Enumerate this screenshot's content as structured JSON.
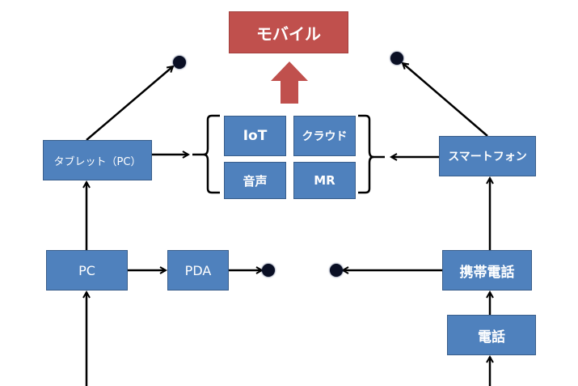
{
  "diagram": {
    "title_box": {
      "label": "モバイル",
      "color": "#c0504d"
    },
    "grid": {
      "items": [
        {
          "label": "IoT"
        },
        {
          "label": "クラウド"
        },
        {
          "label": "音声"
        },
        {
          "label": "MR"
        }
      ]
    },
    "nodes": {
      "tablet": {
        "label": "タブレット（PC）"
      },
      "smartphone": {
        "label": "スマートフォン"
      },
      "pc": {
        "label": "PC"
      },
      "pda": {
        "label": "PDA"
      },
      "mobile_phone": {
        "label": "携帯電話"
      },
      "phone": {
        "label": "電話"
      }
    },
    "colors": {
      "box_fill": "#4f81bd",
      "box_border": "#385d8a",
      "accent_red": "#c0504d",
      "line": "#000000"
    }
  }
}
